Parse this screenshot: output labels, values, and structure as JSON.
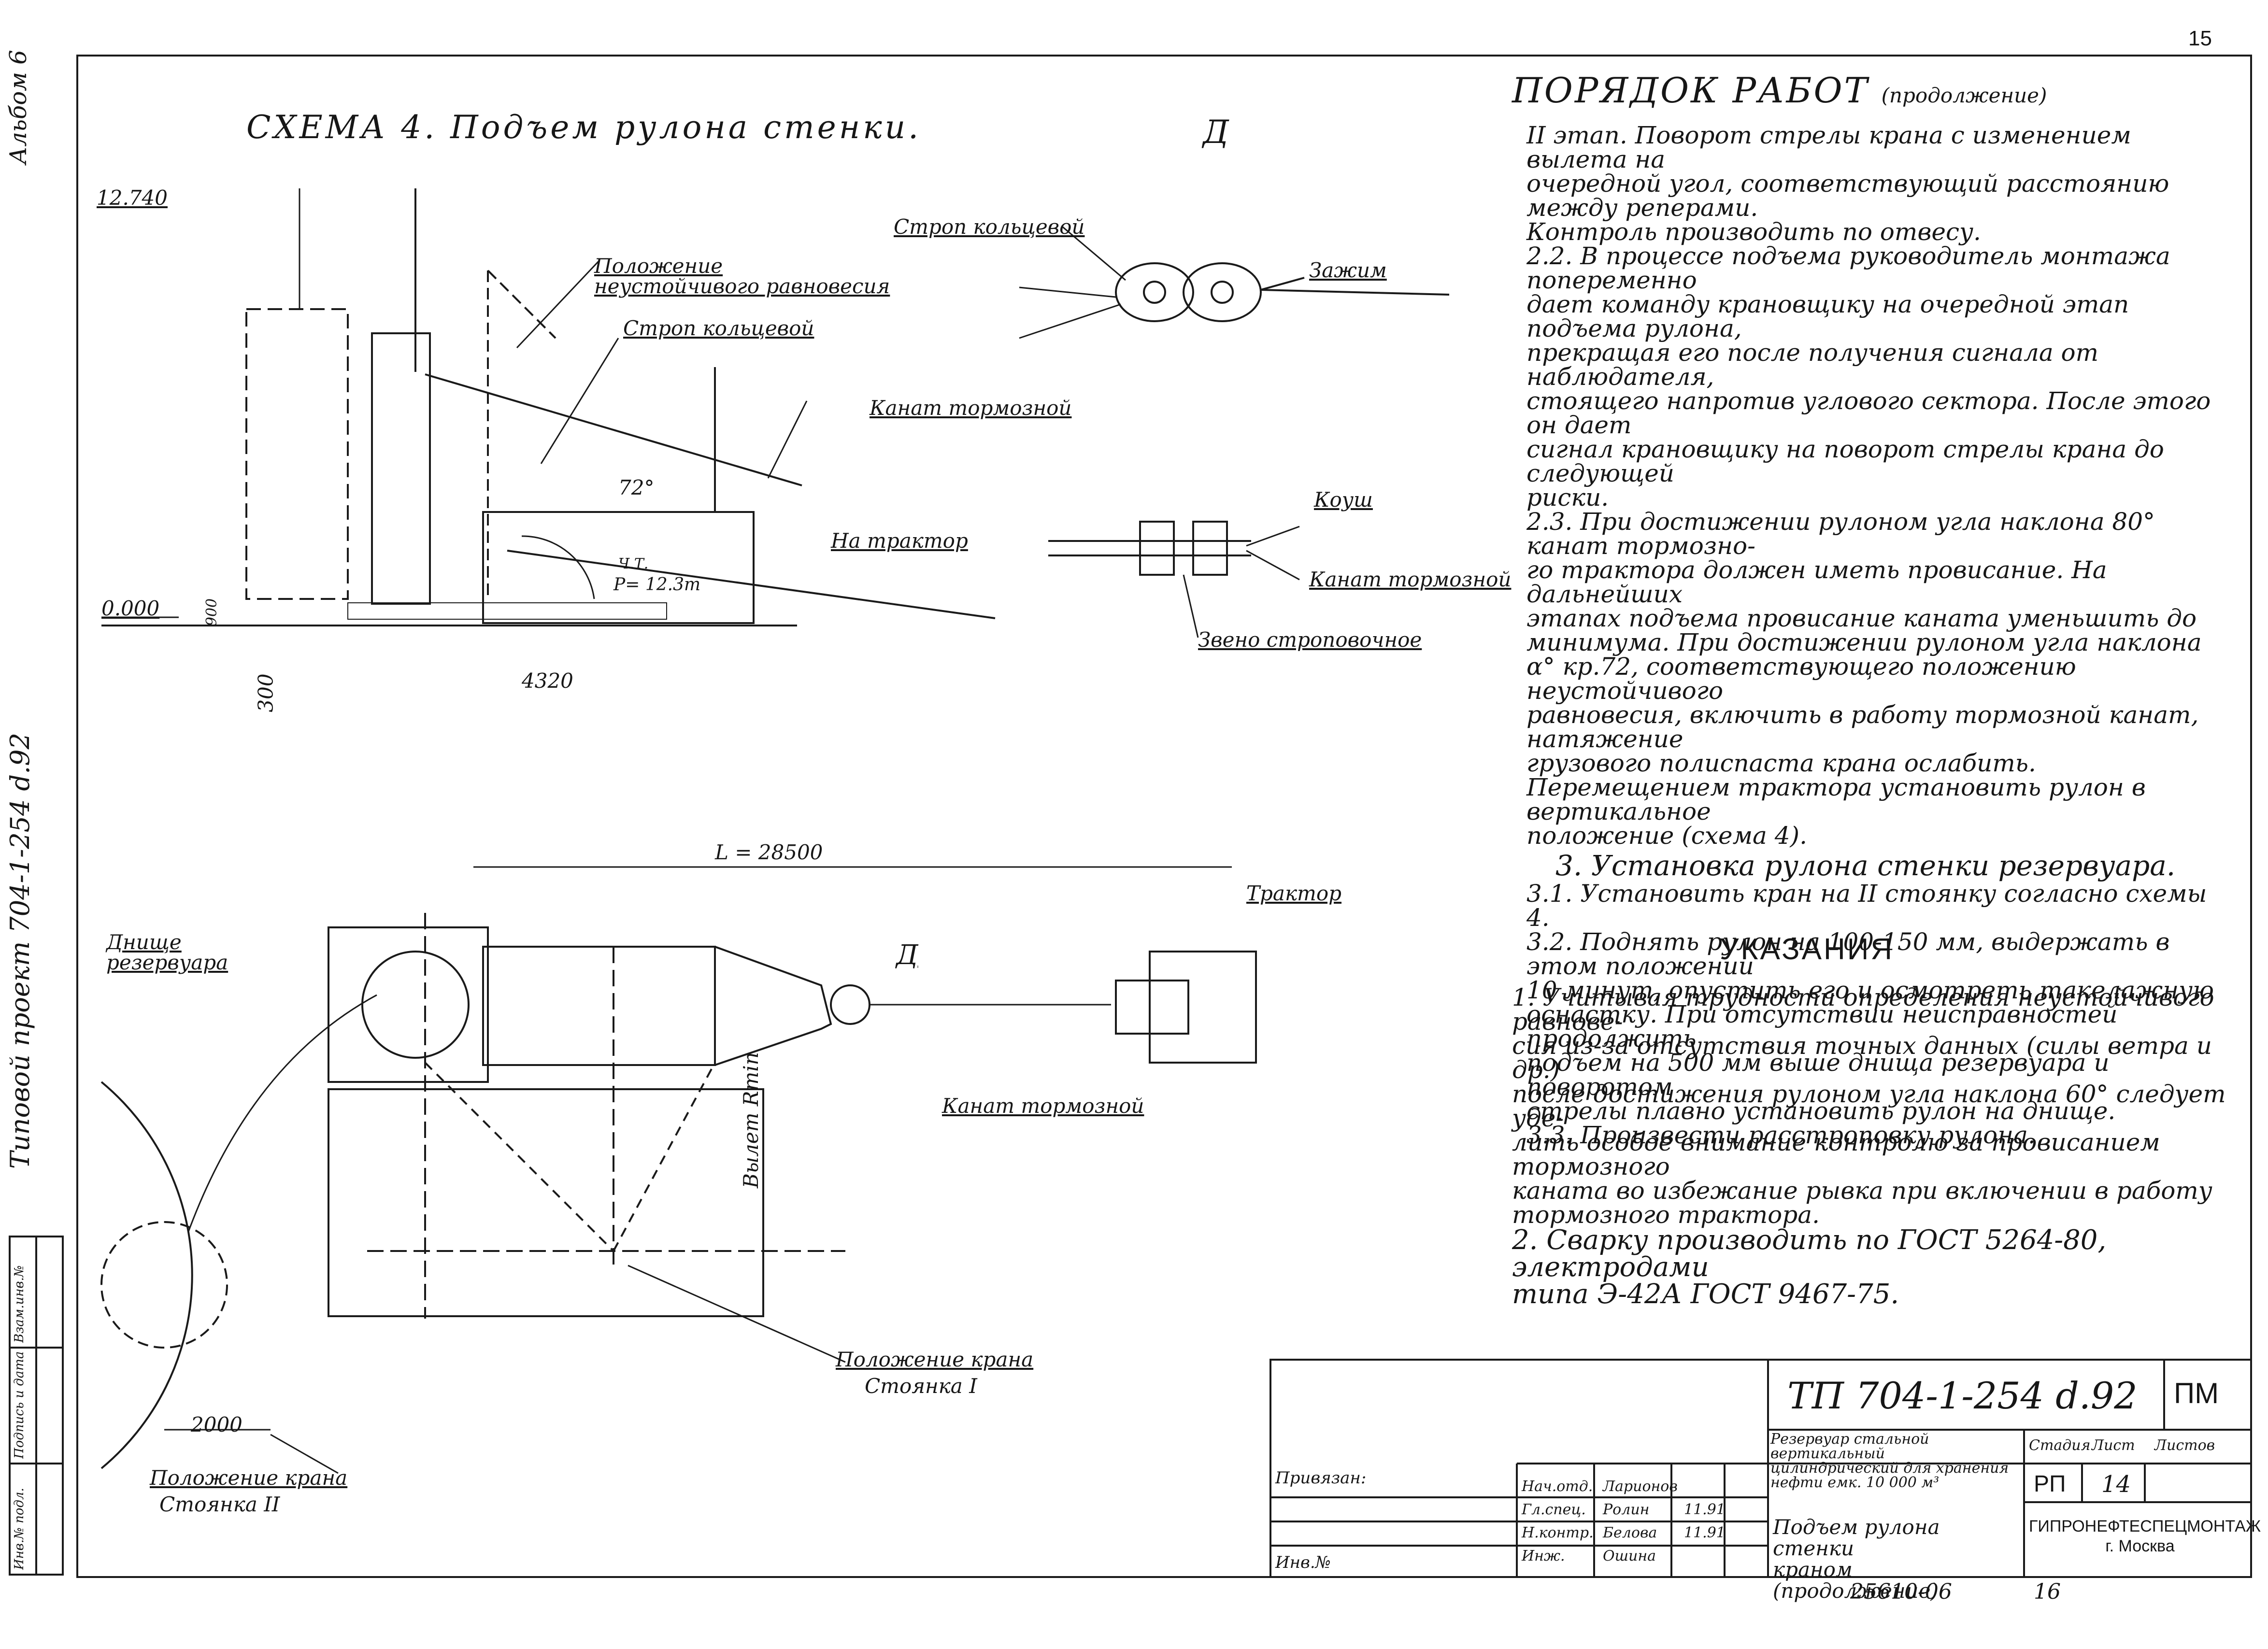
{
  "page_number": "15",
  "album": "Альбом 6",
  "project_vertical": "Типовой проект 704-1-254 d.92",
  "scheme": {
    "title": "СХЕМА 4. Подъем рулона стенки.",
    "detail_letter": "Д",
    "elev_top": "12.740",
    "elev_zero": "0.000",
    "dim_900": "900",
    "dim_300": "300",
    "dim_4320": "4320",
    "angle_72": "72°",
    "tractor_force_a": "Ч.Т.",
    "tractor_force_b": "P= 12.3т",
    "label_unstable": "Положение неустойчивого равновесия",
    "label_ring_sling": "Строп кольцевой",
    "label_brake_rope": "Канат тормозной",
    "label_to_tractor": "На трактор"
  },
  "detail": {
    "ring_sling": "Строп кольцевой",
    "clamp": "Зажим",
    "thimble": "Коуш",
    "brake_rope": "Канат тормозной",
    "link": "Звено строповочное"
  },
  "plan": {
    "length": "L = 28500",
    "tractor": "Трактор",
    "detail_letter": "Д",
    "bottom_label": "Днище резервуара",
    "brake_rope": "Канат тормозной",
    "reach": "Вылет Rmin",
    "crane_pos1_a": "Положение крана",
    "crane_pos1_b": "Стоянка I",
    "crane_pos2_a": "Положение крана",
    "crane_pos2_b": "Стоянка II",
    "dim_2000": "2000"
  },
  "work_order": {
    "heading": "ПОРЯДОК РАБОТ",
    "heading_suffix": "(продолжение)",
    "lines": [
      "II этап. Поворот стрелы крана с изменением вылета на",
      "очередной угол, соответствующий расстоянию между реперами.",
      "Контроль производить по отвесу.",
      "2.2. В процессе подъема руководитель монтажа попеременно",
      "дает команду крановщику на очередной этап подъема рулона,",
      "прекращая его после получения сигнала от наблюдателя,",
      "стоящего напротив углового сектора. После этого он дает",
      "сигнал крановщику на поворот стрелы крана до следующей",
      "риски.",
      "2.3. При достижении рулоном угла наклона 80° канат тормозно-",
      "го трактора должен иметь провисание. На дальнейших",
      "этапах подъема провисание каната уменьшить до",
      "минимума. При достижении рулоном угла наклона",
      "α° кр.72, соответствующего положению неустойчивого",
      "равновесия, включить в работу тормозной канат, натяжение",
      "грузового полиспаста крана ослабить.",
      "Перемещением трактора установить рулон в вертикальное",
      "положение (схема 4)."
    ],
    "section3": "3. Установка рулона стенки резервуара.",
    "lines3": [
      "3.1. Установить кран на II стоянку согласно схемы 4.",
      "3.2. Поднять рулон на 100-150 мм, выдержать в этом положении",
      "10 минут, опустить его и осмотреть такелажную",
      "оснастку. При отсутствии неисправностей продолжить",
      "подъем на 500 мм выше днища резервуара и поворотом",
      "стрелы плавно установить рулон на днище.",
      "3.3. Произвести расстроповку рулона."
    ]
  },
  "notes": {
    "heading": "УКАЗАНИЯ",
    "lines": [
      "1. Учитывая трудности определения неустойчивого равнове-",
      "сия из-за отсутствия точных данных (силы ветра и др.)",
      "после достижения рулоном угла наклона 60° следует уде-",
      "лить особое внимание контролю за провисанием тормозного",
      "каната во избежание рывка при включении в работу",
      "тормозного трактора.",
      "2. Сварку производить по ГОСТ 5264-80, электродами",
      "типа Э-42А ГОСТ 9467-75."
    ]
  },
  "title_block": {
    "code": "ТП 704-1-254 d.92",
    "sheet_mark": "ПМ",
    "privyazan": "Привязан:",
    "inv": "Инв.№",
    "object_lines": [
      "Резервуар стальной вертикальный",
      "цилиндрический для хранения",
      "нефти емк. 10 000 м³"
    ],
    "stage_hdr": "Стадия",
    "sheet_hdr": "Лист",
    "sheets_hdr": "Листов",
    "stage": "РП",
    "sheet": "14",
    "sheets": "",
    "staff": [
      {
        "role": "Нач.отд.",
        "name": "Ларионов",
        "date": ""
      },
      {
        "role": "Гл.спец.",
        "name": "Ролин",
        "date": "11.91"
      },
      {
        "role": "Н.контр.",
        "name": "Белова",
        "date": "11.91"
      },
      {
        "role": "Инж.",
        "name": "Ошина",
        "date": ""
      }
    ],
    "drawing_title": [
      "Подъем рулона стенки",
      "краном (продолжение)"
    ],
    "org": [
      "ГИПРОНЕФТЕСПЕЦМОНТАЖ",
      "г. Москва"
    ],
    "bottom_code": "25610-06",
    "bottom_sheet": "16"
  },
  "side_stamps": [
    "Инв.№ подл.",
    "Подпись и дата",
    "Взам.инв.№"
  ]
}
